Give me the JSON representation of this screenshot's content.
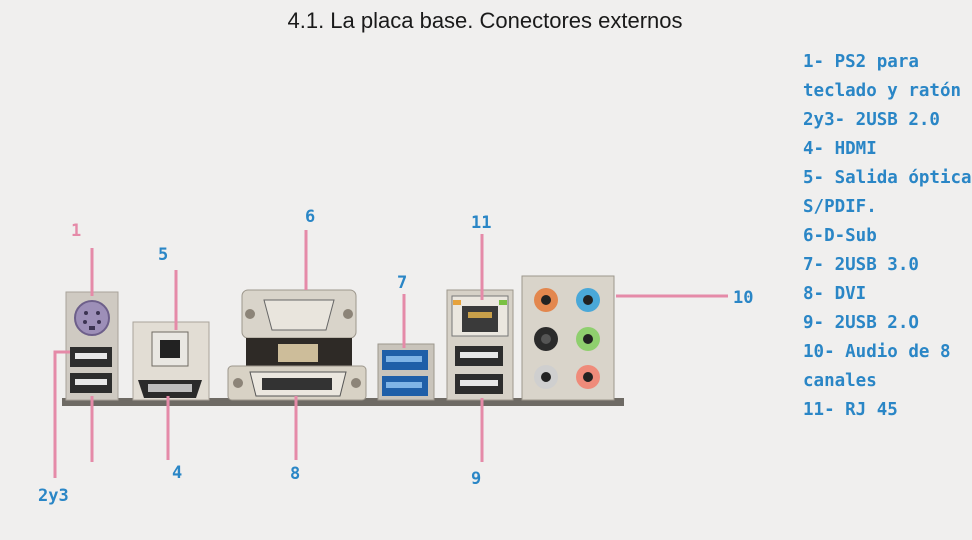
{
  "slide": {
    "title": "4.1. La placa base. Conectores externos"
  },
  "callouts": {
    "n1": "1",
    "n2y3": "2y3",
    "n4": "4",
    "n5": "5",
    "n6": "6",
    "n7": "7",
    "n8": "8",
    "n9": "9",
    "n10": "10",
    "n11": "11"
  },
  "legend": [
    "1- PS2 para",
    "teclado y ratón",
    "2y3- 2USB 2.0",
    "4- HDMI",
    "5- Salida óptica",
    "S/PDIF.",
    "6-D-Sub",
    "7- 2USB 3.0",
    "8- DVI",
    "9- 2USB 2.O",
    "10- Audio de 8",
    "canales",
    "11- RJ 45"
  ],
  "colors": {
    "callout_text": "#2a86c6",
    "leader_line": "#e58aa8",
    "title_text": "#1a1a1a"
  }
}
